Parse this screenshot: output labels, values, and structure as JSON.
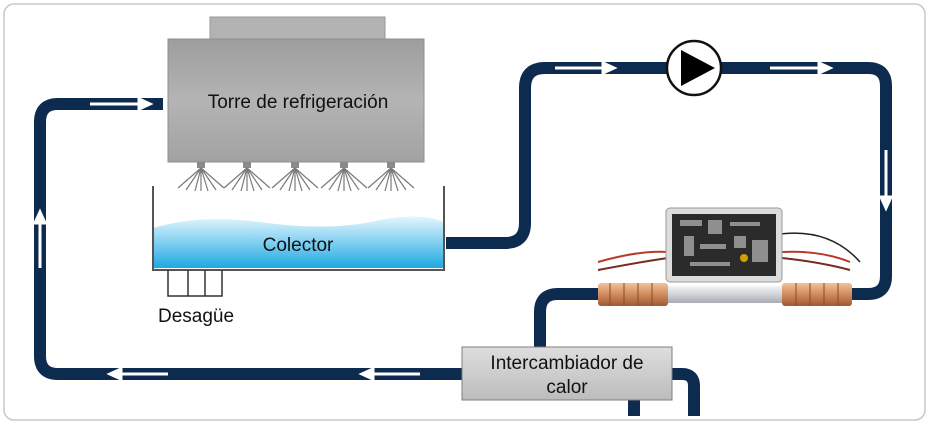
{
  "diagram": {
    "labels": {
      "tower": "Torre de refrigeración",
      "collector": "Colector",
      "drain": "Desagüe",
      "exchanger_line1": "Intercambiador de",
      "exchanger_line2": "calor"
    },
    "colors": {
      "pipe": "#0d2a4f",
      "arrow": "#ffffff",
      "frame": "#c8c8c8",
      "tower_body": "#a7a7a7",
      "water_top": "#e6f6fd",
      "water_bottom": "#1ea9e3",
      "exchanger": "#cfcfcf",
      "copper": "#d08a5c",
      "device": "#333333"
    },
    "icons": [
      "pump-icon",
      "flow-arrow-icon",
      "spray-nozzle-icon",
      "water-treatment-device-icon"
    ]
  }
}
